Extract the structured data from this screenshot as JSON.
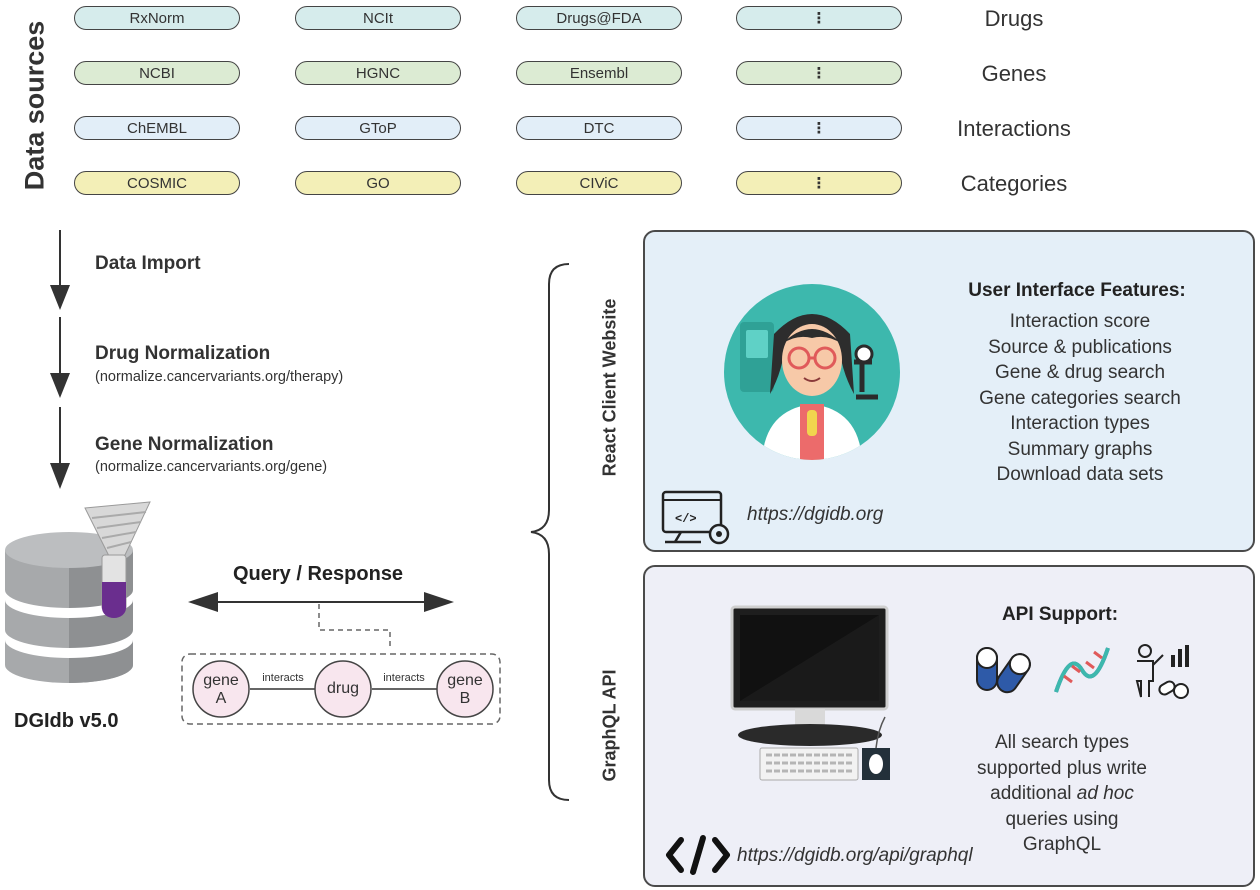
{
  "data_sources": {
    "title": "Data sources",
    "rows": [
      {
        "label": "Drugs",
        "items": [
          "RxNorm",
          "NCIt",
          "Drugs@FDA",
          "⋮"
        ]
      },
      {
        "label": "Genes",
        "items": [
          "NCBI",
          "HGNC",
          "Ensembl",
          "⋮"
        ]
      },
      {
        "label": "Interactions",
        "items": [
          "ChEMBL",
          "GToP",
          "DTC",
          "⋮"
        ]
      },
      {
        "label": "Categories",
        "items": [
          "COSMIC",
          "GO",
          "CIViC",
          "⋮"
        ]
      }
    ]
  },
  "pipeline": {
    "data_import": "Data Import",
    "drug_norm": "Drug Normalization",
    "drug_norm_url": "(normalize.cancervariants.org/therapy)",
    "gene_norm": "Gene Normalization",
    "gene_norm_url": "(normalize.cancervariants.org/gene)",
    "db_label": "DGIdb v5.0"
  },
  "query": {
    "label": "Query / Response",
    "gene_a": [
      "gene",
      "A"
    ],
    "drug": "drug",
    "gene_b": [
      "gene",
      "B"
    ],
    "interacts": "interacts"
  },
  "website": {
    "vertical_label": "React Client Website",
    "features_title": "User Interface Features:",
    "features": [
      "Interaction score",
      "Source & publications",
      "Gene & drug search",
      "Gene categories search",
      "Interaction types",
      "Summary graphs",
      "Download data sets"
    ],
    "url": "https://dgidb.org"
  },
  "api": {
    "vertical_label": "GraphQL API",
    "title": "API Support:",
    "desc_lines": [
      "All search types",
      "supported plus write"
    ],
    "desc_additional": "additional ",
    "desc_adhoc": "ad hoc",
    "desc_rest": [
      "queries using",
      "GraphQL"
    ],
    "url": "https://dgidb.org/api/graphql"
  },
  "colors": {
    "drugs": "#d6ecec",
    "genes": "#dcebd3",
    "interactions": "#e2eef8",
    "categories": "#f3efb7",
    "panel_top": "#e4eff8",
    "panel_bottom": "#eeeff7",
    "teal": "#3db8ad",
    "purple": "#6a2e8e"
  },
  "icons": [
    "code-monitor-icon",
    "scientist-illustration",
    "desktop-computer-icon",
    "pill-icon",
    "dna-icon",
    "analyst-icon",
    "code-brackets-icon",
    "database-icon",
    "funnel-icon"
  ]
}
